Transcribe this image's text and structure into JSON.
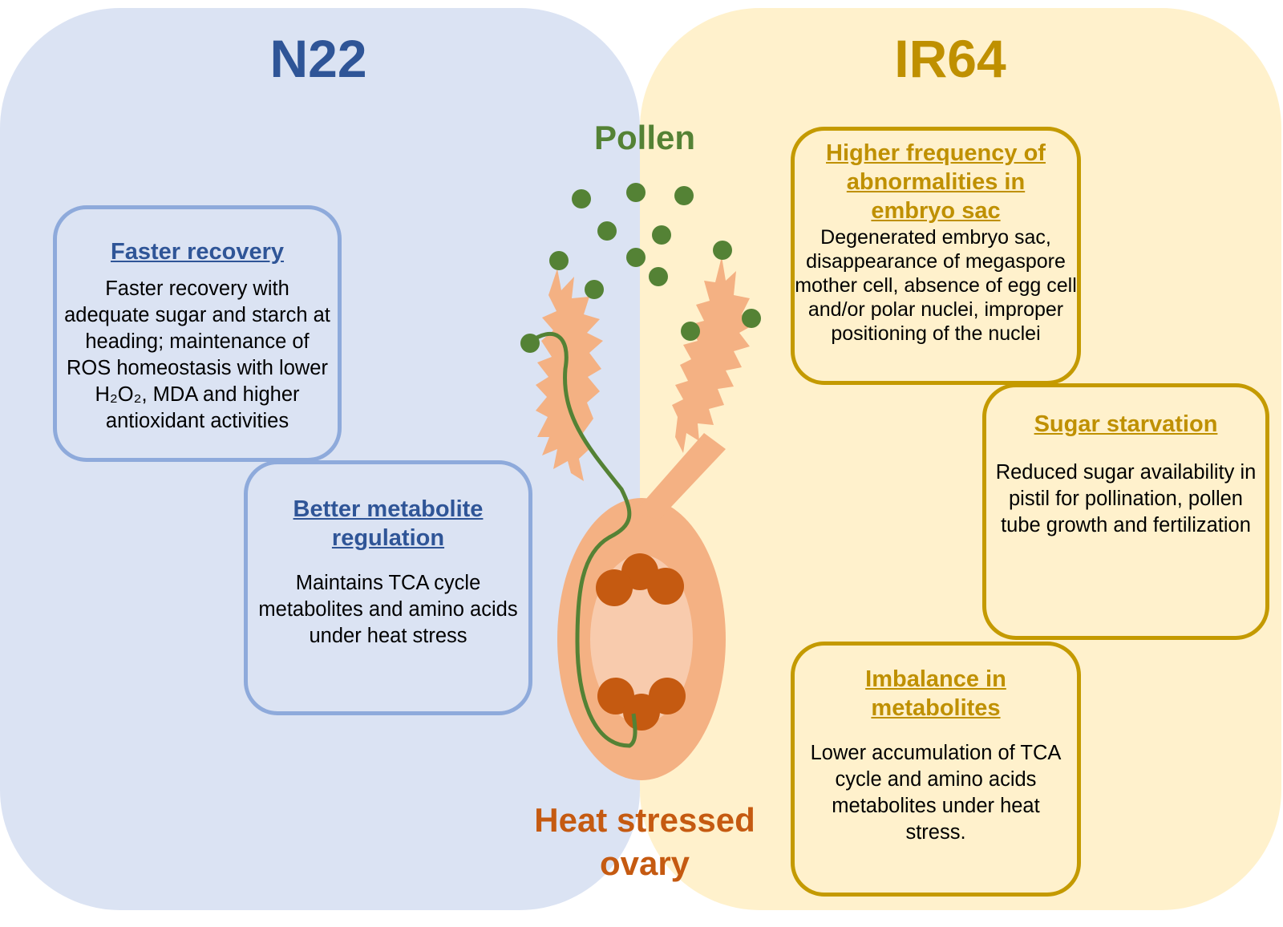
{
  "left_panel": {
    "title": "N22",
    "color": "#2f5597",
    "boxes": [
      {
        "heading": "Faster recovery",
        "body": "Faster recovery with adequate sugar and starch at heading; maintenance of ROS homeostasis with lower H₂O₂, MDA and higher antioxidant activities"
      },
      {
        "heading": "Better metabolite regulation",
        "body": "Maintains TCA cycle metabolites and amino acids under heat stress"
      }
    ]
  },
  "right_panel": {
    "title": "IR64",
    "color": "#bf9000",
    "boxes": [
      {
        "heading": "Higher frequency of abnormalities in embryo sac",
        "body": "Degenerated embryo sac, disappearance of megaspore mother cell, absence of egg cell and/or polar nuclei, improper positioning of the nuclei"
      },
      {
        "heading": "Sugar starvation",
        "body": "Reduced sugar availability in pistil for pollination, pollen tube growth and fertilization"
      },
      {
        "heading": "Imbalance in metabolites",
        "body": "Lower accumulation of TCA cycle and amino acids metabolites under heat stress."
      }
    ]
  },
  "center": {
    "pollen_label": "Pollen",
    "ovary_label": "Heat stressed ovary"
  },
  "colors": {
    "pollen": "#548235",
    "ovary": "#f4b183",
    "ovary_inner": "#f8cbad",
    "ovule": "#c55a11"
  }
}
